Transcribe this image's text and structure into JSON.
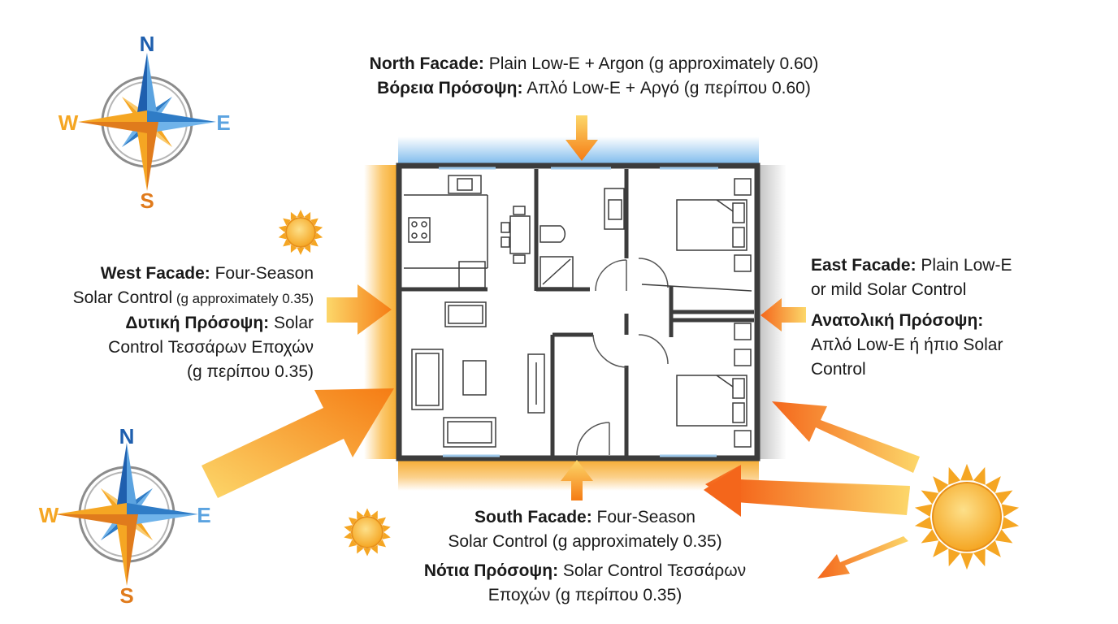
{
  "compass": {
    "north": "N",
    "south": "S",
    "east": "E",
    "west": "W"
  },
  "north_facade": {
    "en_title": "North Facade:",
    "en_text": " Plain Low-E + Argon (g approximately 0.60)",
    "el_title": "Βόρεια Πρόσοψη:",
    "el_text": " Απλό Low-E + Αργό (g περίπου 0.60)"
  },
  "west_facade": {
    "en_title": "West Facade:",
    "en_text_1": " Four-Season",
    "en_text_2": "Solar Control",
    "en_text_small": " (g approximately 0.35)",
    "el_title": "Δυτική Πρόσοψη:",
    "el_text_1": " Solar",
    "el_text_2": "Control Τεσσάρων Εποχών",
    "el_text_3": "(g περίπου 0.35)"
  },
  "east_facade": {
    "en_title": "East Facade:",
    "en_text_1": " Plain Low-E",
    "en_text_2": "or mild Solar Control",
    "el_title": "Ανατολική Πρόσοψη:",
    "el_text_1": "Απλό Low-E ή ήπιο Solar",
    "el_text_2": "Control"
  },
  "south_facade": {
    "en_title": "South Facade:",
    "en_text_1": " Four-Season",
    "en_text_2": "Solar Control (g approximately 0.35)",
    "el_title": "Νότια Πρόσοψη:",
    "el_text_1": " Solar Control Τεσσάρων",
    "el_text_2": "Εποχών (g περίπου 0.35)"
  },
  "colors": {
    "sun_orange": "#f5a623",
    "arrow_orange": "#f57f17",
    "cool_blue": "#5ba3e0",
    "wall": "#4a4a4a"
  }
}
